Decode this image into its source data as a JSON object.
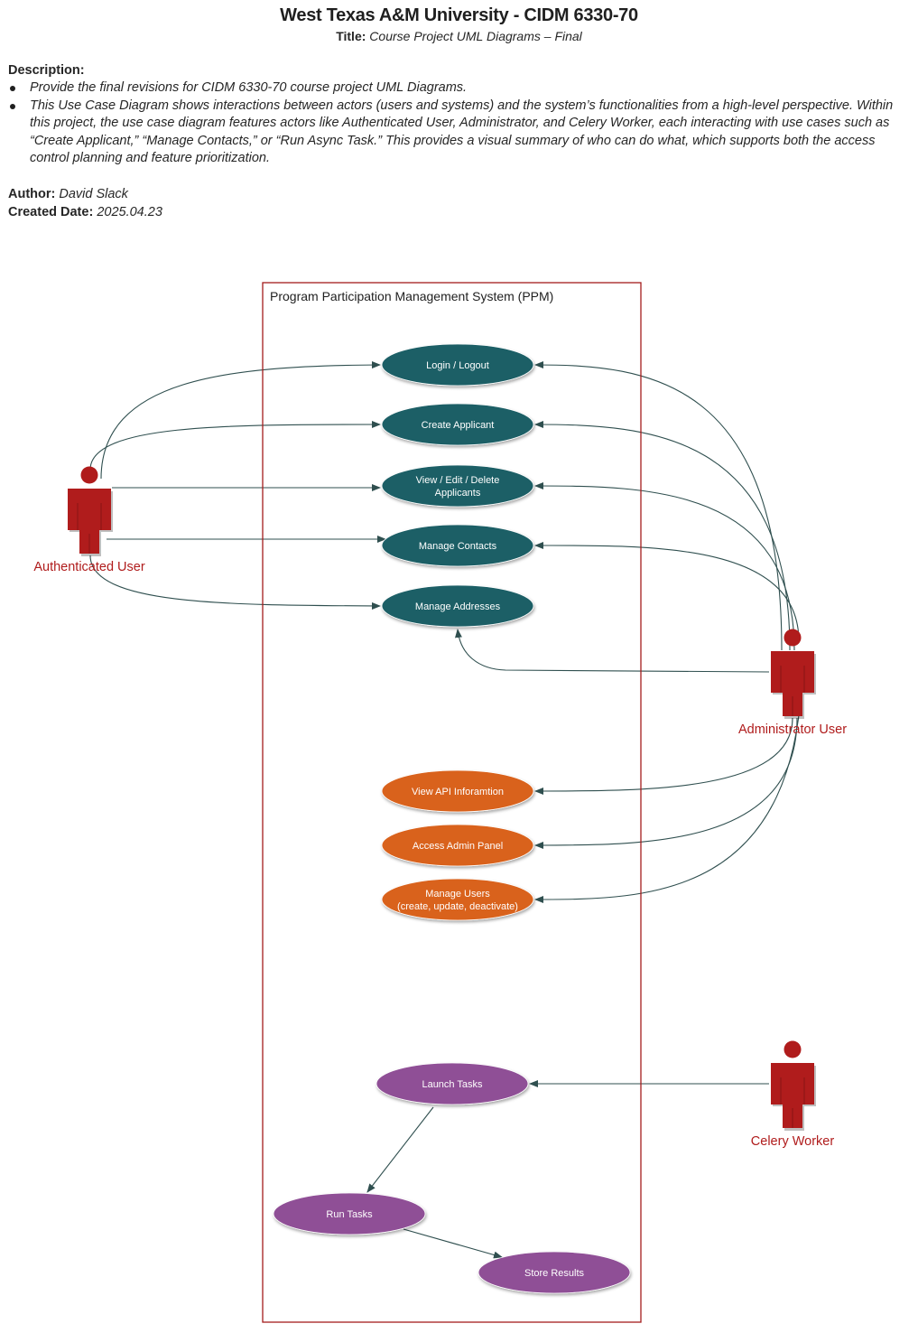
{
  "header": {
    "title": "West Texas A&M University - CIDM 6330-70",
    "subtitle_label": "Title:",
    "subtitle_value": "Course Project UML Diagrams – Final"
  },
  "description": {
    "heading": "Description:",
    "bullets": [
      "Provide the final revisions for CIDM 6330-70 course project UML Diagrams.",
      "This Use Case Diagram shows interactions between actors (users and systems) and the system’s functionalities from a high-level perspective. Within this project, the use case diagram features actors like Authenticated User, Administrator, and Celery Worker, each interacting with use cases such as “Create Applicant,” “Manage Contacts,” or “Run Async Task.” This provides a visual summary of who can do what, which supports both the access control planning and feature prioritization."
    ]
  },
  "meta": {
    "author_label": "Author:",
    "author": "David Slack",
    "date_label": "Created Date:",
    "date": "2025.04.23"
  },
  "diagram": {
    "system_name": "Program Participation Management System (PPM)",
    "colors": {
      "system_border": "#a31c1c",
      "actor": "#b01c1c",
      "user_case": "#1e5f66",
      "admin_case": "#d9621c",
      "worker_case": "#8f4f96",
      "edge": "#2f4f4f"
    },
    "actors": [
      {
        "id": "auth",
        "label": "Authenticated User"
      },
      {
        "id": "admin",
        "label": "Administrator User"
      },
      {
        "id": "celery",
        "label": "Celery Worker"
      }
    ],
    "use_cases": [
      {
        "id": "login",
        "group": "user",
        "lines": [
          "Login / Logout"
        ]
      },
      {
        "id": "create",
        "group": "user",
        "lines": [
          "Create Applicant"
        ]
      },
      {
        "id": "view",
        "group": "user",
        "lines": [
          "View / Edit / Delete",
          "Applicants"
        ]
      },
      {
        "id": "contacts",
        "group": "user",
        "lines": [
          "Manage Contacts"
        ]
      },
      {
        "id": "addresses",
        "group": "user",
        "lines": [
          "Manage Addresses"
        ]
      },
      {
        "id": "api",
        "group": "admin",
        "lines": [
          "View API Inforamtion"
        ]
      },
      {
        "id": "panel",
        "group": "admin",
        "lines": [
          "Access Admin Panel"
        ]
      },
      {
        "id": "users",
        "group": "admin",
        "lines": [
          "Manage Users",
          "(create, update, deactivate)"
        ]
      },
      {
        "id": "launch",
        "group": "worker",
        "lines": [
          "Launch Tasks"
        ]
      },
      {
        "id": "run",
        "group": "worker",
        "lines": [
          "Run Tasks"
        ]
      },
      {
        "id": "store",
        "group": "worker",
        "lines": [
          "Store Results"
        ]
      }
    ],
    "associations": [
      {
        "from": "auth",
        "to": "login"
      },
      {
        "from": "auth",
        "to": "create"
      },
      {
        "from": "auth",
        "to": "view"
      },
      {
        "from": "auth",
        "to": "contacts"
      },
      {
        "from": "auth",
        "to": "addresses"
      },
      {
        "from": "admin",
        "to": "login"
      },
      {
        "from": "admin",
        "to": "create"
      },
      {
        "from": "admin",
        "to": "view"
      },
      {
        "from": "admin",
        "to": "contacts"
      },
      {
        "from": "admin",
        "to": "addresses"
      },
      {
        "from": "admin",
        "to": "api"
      },
      {
        "from": "admin",
        "to": "panel"
      },
      {
        "from": "admin",
        "to": "users"
      },
      {
        "from": "celery",
        "to": "launch"
      },
      {
        "from": "launch",
        "to": "run"
      },
      {
        "from": "run",
        "to": "store"
      }
    ]
  }
}
